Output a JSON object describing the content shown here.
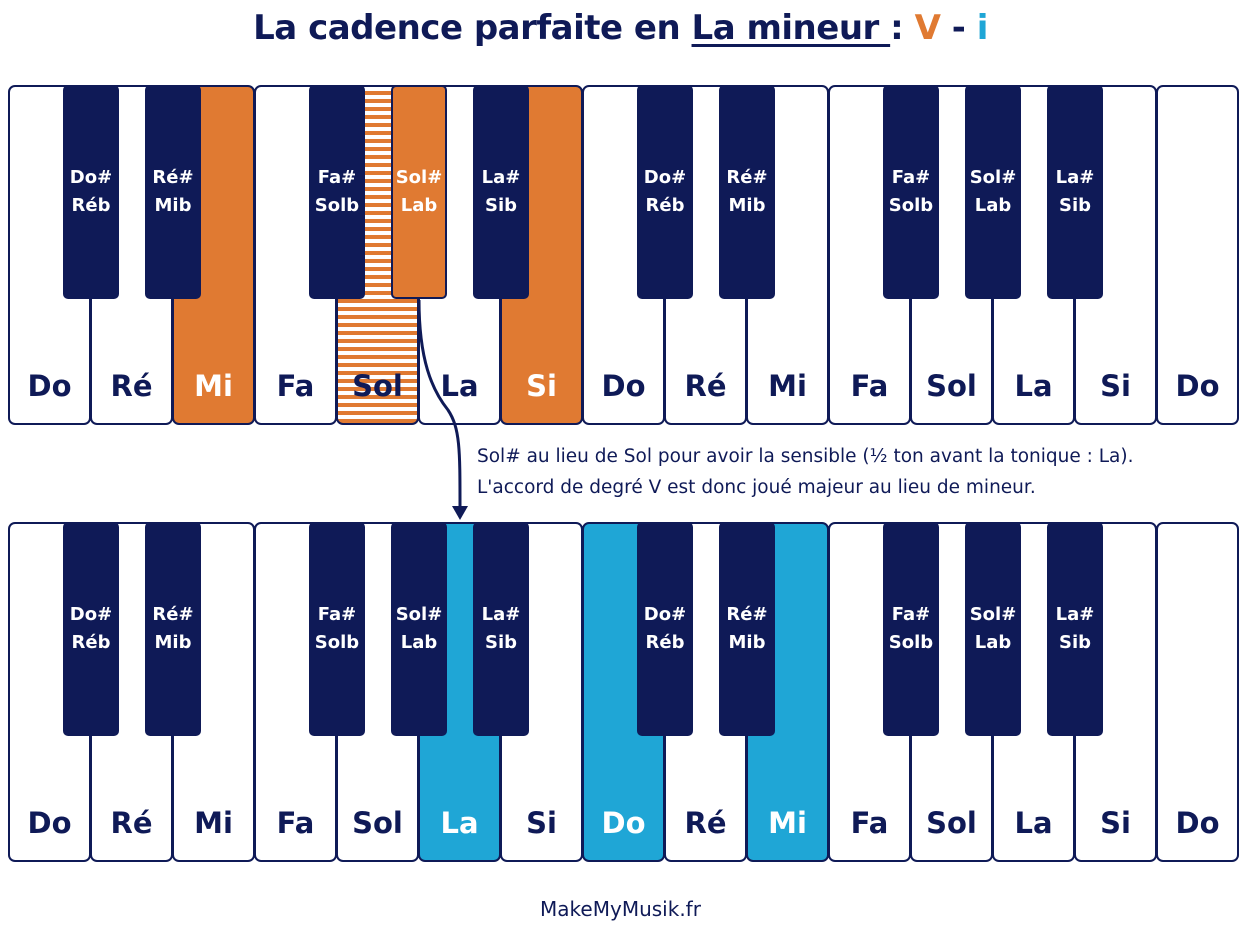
{
  "title": {
    "prefix": "La cadence parfaite en ",
    "key": "La mineur ",
    "colon": ": ",
    "degree_v": "V",
    "dash": " - ",
    "degree_i": "i"
  },
  "colors": {
    "navy": "#0f1a57",
    "dominant_orange": "#e07a32",
    "tonic_blue": "#1fa6d6"
  },
  "keyboards": [
    {
      "id": "dominant-chord",
      "white_keys": [
        {
          "label": "Do",
          "highlight": ""
        },
        {
          "label": "Ré",
          "highlight": ""
        },
        {
          "label": "Mi",
          "highlight": "orange"
        },
        {
          "label": "Fa",
          "highlight": ""
        },
        {
          "label": "Sol",
          "highlight": "stripe"
        },
        {
          "label": "La",
          "highlight": ""
        },
        {
          "label": "Si",
          "highlight": "orange"
        },
        {
          "label": "Do",
          "highlight": ""
        },
        {
          "label": "Ré",
          "highlight": ""
        },
        {
          "label": "Mi",
          "highlight": ""
        },
        {
          "label": "Fa",
          "highlight": ""
        },
        {
          "label": "Sol",
          "highlight": ""
        },
        {
          "label": "La",
          "highlight": ""
        },
        {
          "label": "Si",
          "highlight": ""
        },
        {
          "label": "Do",
          "highlight": ""
        }
      ],
      "black_keys": [
        {
          "after": 0,
          "line1": "Do#",
          "line2": "Réb",
          "highlight": ""
        },
        {
          "after": 1,
          "line1": "Ré#",
          "line2": "Mib",
          "highlight": ""
        },
        {
          "after": 3,
          "line1": "Fa#",
          "line2": "Solb",
          "highlight": ""
        },
        {
          "after": 4,
          "line1": "Sol#",
          "line2": "Lab",
          "highlight": "orange"
        },
        {
          "after": 5,
          "line1": "La#",
          "line2": "Sib",
          "highlight": ""
        },
        {
          "after": 7,
          "line1": "Do#",
          "line2": "Réb",
          "highlight": ""
        },
        {
          "after": 8,
          "line1": "Ré#",
          "line2": "Mib",
          "highlight": ""
        },
        {
          "after": 10,
          "line1": "Fa#",
          "line2": "Solb",
          "highlight": ""
        },
        {
          "after": 11,
          "line1": "Sol#",
          "line2": "Lab",
          "highlight": ""
        },
        {
          "after": 12,
          "line1": "La#",
          "line2": "Sib",
          "highlight": ""
        }
      ]
    },
    {
      "id": "tonic-chord",
      "white_keys": [
        {
          "label": "Do",
          "highlight": ""
        },
        {
          "label": "Ré",
          "highlight": ""
        },
        {
          "label": "Mi",
          "highlight": ""
        },
        {
          "label": "Fa",
          "highlight": ""
        },
        {
          "label": "Sol",
          "highlight": ""
        },
        {
          "label": "La",
          "highlight": "blue"
        },
        {
          "label": "Si",
          "highlight": ""
        },
        {
          "label": "Do",
          "highlight": "blue"
        },
        {
          "label": "Ré",
          "highlight": ""
        },
        {
          "label": "Mi",
          "highlight": "blue"
        },
        {
          "label": "Fa",
          "highlight": ""
        },
        {
          "label": "Sol",
          "highlight": ""
        },
        {
          "label": "La",
          "highlight": ""
        },
        {
          "label": "Si",
          "highlight": ""
        },
        {
          "label": "Do",
          "highlight": ""
        }
      ],
      "black_keys": [
        {
          "after": 0,
          "line1": "Do#",
          "line2": "Réb",
          "highlight": ""
        },
        {
          "after": 1,
          "line1": "Ré#",
          "line2": "Mib",
          "highlight": ""
        },
        {
          "after": 3,
          "line1": "Fa#",
          "line2": "Solb",
          "highlight": ""
        },
        {
          "after": 4,
          "line1": "Sol#",
          "line2": "Lab",
          "highlight": ""
        },
        {
          "after": 5,
          "line1": "La#",
          "line2": "Sib",
          "highlight": ""
        },
        {
          "after": 7,
          "line1": "Do#",
          "line2": "Réb",
          "highlight": ""
        },
        {
          "after": 8,
          "line1": "Ré#",
          "line2": "Mib",
          "highlight": ""
        },
        {
          "after": 10,
          "line1": "Fa#",
          "line2": "Solb",
          "highlight": ""
        },
        {
          "after": 11,
          "line1": "Sol#",
          "line2": "Lab",
          "highlight": ""
        },
        {
          "after": 12,
          "line1": "La#",
          "line2": "Sib",
          "highlight": ""
        }
      ]
    }
  ],
  "annotation": {
    "line1": "Sol# au lieu de Sol pour avoir la sensible (½ ton avant la tonique : La).",
    "line2": "L'accord de degré V est donc joué majeur au lieu de mineur."
  },
  "footer": "MakeMyMusik.fr"
}
